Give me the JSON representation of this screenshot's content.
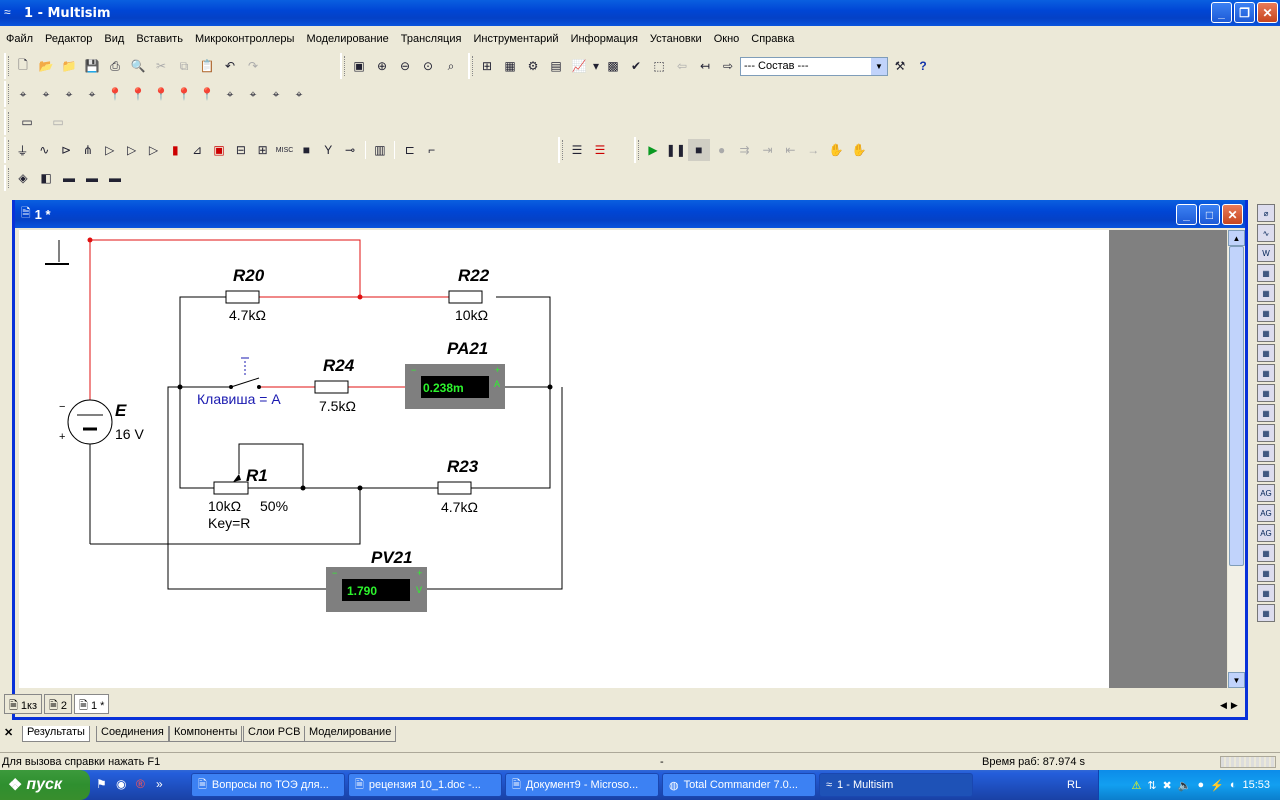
{
  "window": {
    "title": "1 - Multisim"
  },
  "menu": [
    "Файл",
    "Редактор",
    "Вид",
    "Вставить",
    "Микроконтроллеры",
    "Моделирование",
    "Трансляция",
    "Инструментарий",
    "Информация",
    "Установки",
    "Окно",
    "Справка"
  ],
  "toolbar": {
    "composition_combo": "--- Состав ---"
  },
  "child": {
    "title": "1 *"
  },
  "circuit": {
    "components": {
      "R20": {
        "name": "R20",
        "value": "4.7kΩ"
      },
      "R22": {
        "name": "R22",
        "value": "10kΩ"
      },
      "R24": {
        "name": "R24",
        "value": "7.5kΩ"
      },
      "R23": {
        "name": "R23",
        "value": "4.7kΩ"
      },
      "R1": {
        "name": "R1",
        "value": "10kΩ",
        "percent": "50%",
        "key": "Key=R"
      },
      "E": {
        "name": "E",
        "value": "16 V"
      },
      "switch": {
        "label": "Клавиша = A",
        "key": "A"
      },
      "PA21": {
        "name": "PA21",
        "reading": "0.238m",
        "unit": "A"
      },
      "PV21": {
        "name": "PV21",
        "reading": "1.790",
        "unit": "V"
      }
    }
  },
  "sheet_tabs": [
    "1кз",
    "2",
    "1 *"
  ],
  "result_tabs": [
    "Результаты",
    "Соединения",
    "Компоненты",
    "Слои PCB",
    "Моделирование"
  ],
  "status": {
    "help": "Для вызова справки нажать F1",
    "middle": "-",
    "time": "Время раб: 87.974 s"
  },
  "taskbar": {
    "start": "пуск",
    "tasks": [
      "Вопросы по ТОЭ для...",
      "рецензия 10_1.doc -...",
      "Документ9 - Microso...",
      "Total Commander 7.0...",
      "1 - Multisim"
    ],
    "lang": "RL",
    "clock": "15:53"
  }
}
